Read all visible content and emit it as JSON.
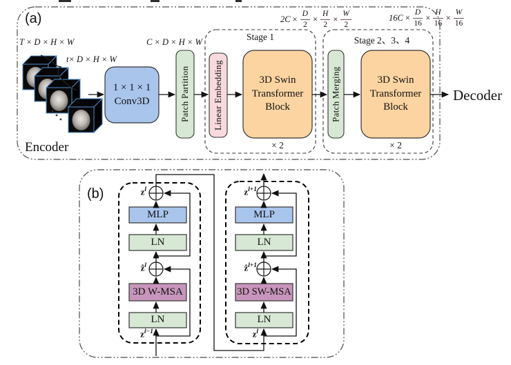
{
  "colors": {
    "blue": "#a9c5ec",
    "green": "#d7e8d4",
    "pink": "#f8d9dd",
    "orange": "#fcd4a1",
    "plum": "#c795bb",
    "stroke": "#333333",
    "line": "#111111"
  },
  "panel_a": {
    "tag": "(a)",
    "encoder_label": "Encoder",
    "decoder_label": "Decoder",
    "dim_input": "T × D × H × W",
    "dim_tubelet": "t× D × H × W",
    "dim_embed": "C × D × H × W",
    "dim_stage1": {
      "prefix": "2C",
      "times": "×",
      "fracs": [
        {
          "n": "D",
          "d": "2"
        },
        {
          "n": "H",
          "d": "2"
        },
        {
          "n": "W",
          "d": "2"
        }
      ]
    },
    "dim_stage4": {
      "prefix": "16C",
      "times": "×",
      "fracs": [
        {
          "n": "D",
          "d": "16"
        },
        {
          "n": "H",
          "d": "16"
        },
        {
          "n": "W",
          "d": "16"
        }
      ]
    },
    "conv_block": {
      "line1": "1 × 1 × 1",
      "line2": "Conv3D"
    },
    "patch_partition": "Patch Partition",
    "stage1": {
      "label": "Stage 1",
      "linear_embedding": "Linear Embedding",
      "swin": {
        "line1": "3D Swin",
        "line2": "Transformer",
        "line3": "Block"
      },
      "repeat": "× 2"
    },
    "stage234": {
      "label": "Stage 2、3、4",
      "patch_merging": "Patch Merging",
      "swin": {
        "line1": "3D Swin",
        "line2": "Transformer",
        "line3": "Block"
      },
      "repeat": "× 2"
    }
  },
  "panel_b": {
    "tag": "(b)",
    "left_block": {
      "output_base": "z",
      "output_sup": "l",
      "mlp": "MLP",
      "ln_top": "LN",
      "mid_base": "ẑ",
      "mid_sup": "l",
      "msa": "3D W-MSA",
      "ln_bottom": "LN",
      "input_base": "z",
      "input_sup": "l−1"
    },
    "right_block": {
      "output_base": "z",
      "output_sup": "l+1",
      "mlp": "MLP",
      "ln_top": "LN",
      "mid_base": "ẑ",
      "mid_sup": "l+1",
      "msa": "3D SW-MSA",
      "ln_bottom": "LN",
      "input_base": "z",
      "input_sup": "l"
    }
  }
}
